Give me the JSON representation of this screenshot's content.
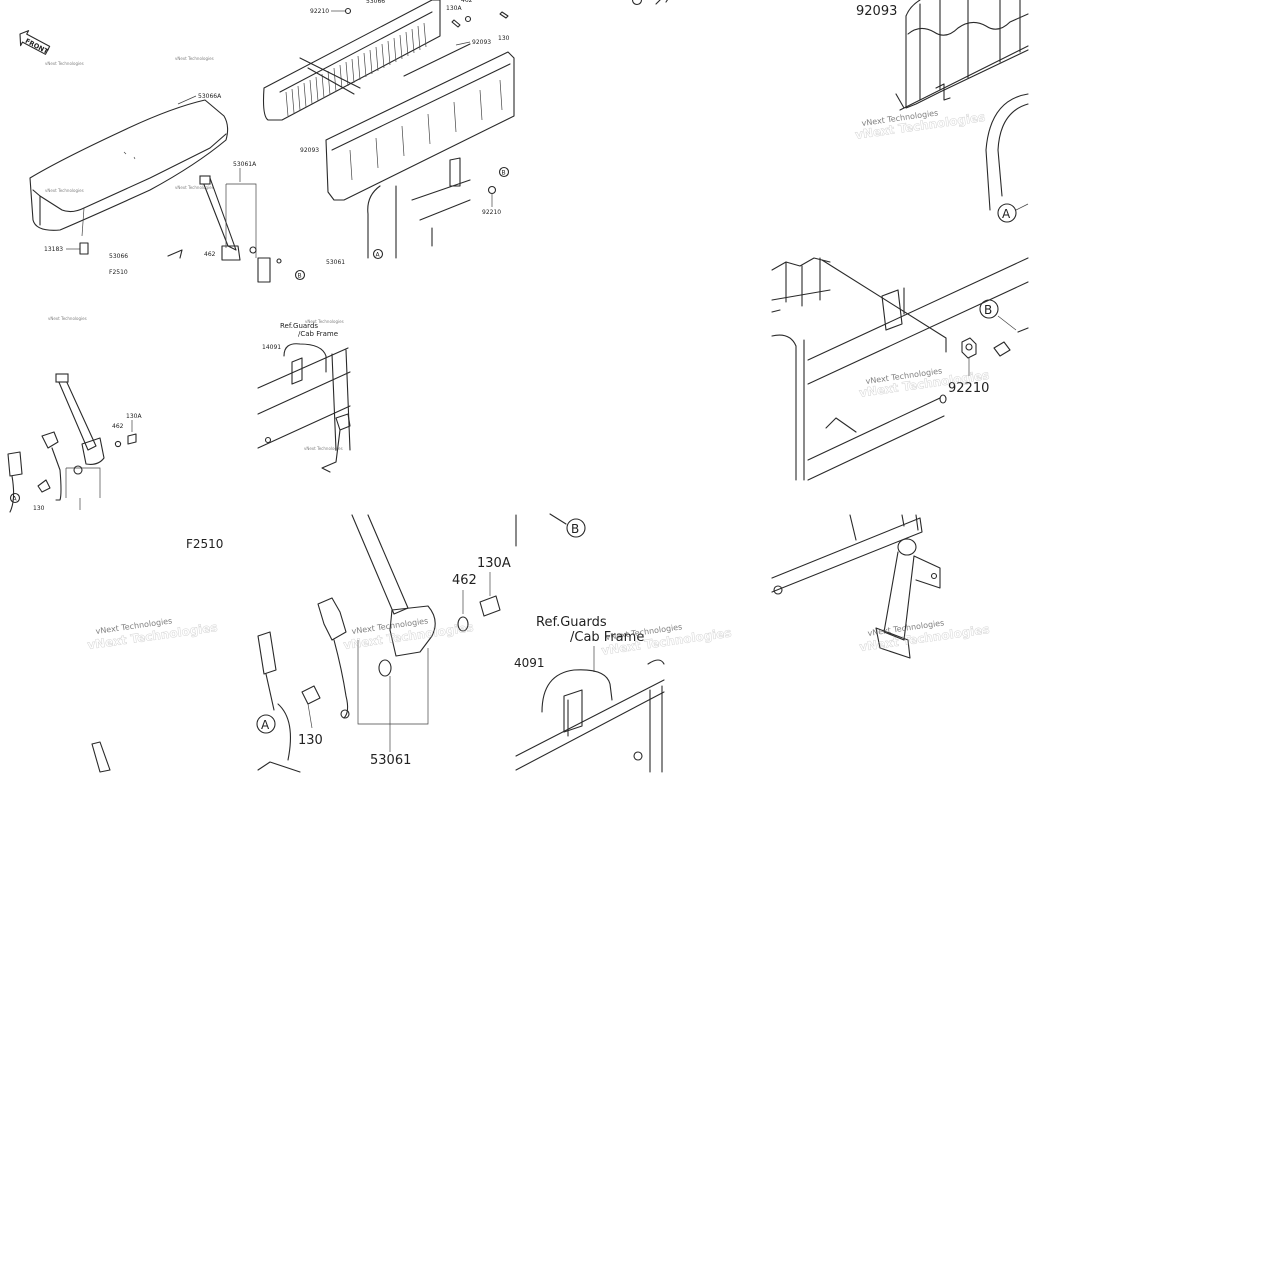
{
  "diagram": {
    "front_tag": "FRONT",
    "watermark": "vNext Technologies",
    "overview": {
      "labels": {
        "p53066a": "53066A",
        "p53061a": "53061A",
        "p92210": "92210",
        "p53066": "53066",
        "p130a": "130A",
        "p462": "462",
        "p92093": "92093",
        "p130": "130",
        "p13183": "13183",
        "p53066b": "53066",
        "fcode": "F2510",
        "p462b": "462",
        "p53061": "53061",
        "p92210b": "92210",
        "callout_a": "A",
        "callout_b": "B"
      }
    },
    "belt_detail": {
      "labels": {
        "p462": "462",
        "p130a": "130A",
        "p130": "130",
        "callout_a": "A"
      }
    },
    "guards_detail": {
      "labels": {
        "ref1": "Ref.Guards",
        "ref2": "/Cab Frame",
        "p14091": "14091"
      }
    },
    "zoom_panel_tr": {
      "labels": {
        "p92093": "92093",
        "callout_a": "A"
      }
    },
    "zoom_panel_mr": {
      "labels": {
        "p92210": "92210",
        "callout_b": "B"
      }
    },
    "zoom_panel_ml": {
      "labels": {
        "fcode": "F2510"
      }
    },
    "zoom_panel_belt": {
      "labels": {
        "p462": "462",
        "p130a": "130A",
        "p130": "130",
        "p53061": "53061",
        "callout_a": "A"
      }
    },
    "zoom_panel_guards": {
      "labels": {
        "ref1": "Ref.Guards",
        "ref2": "/Cab Frame",
        "p14091": "4091",
        "callout_b": "B"
      }
    }
  }
}
